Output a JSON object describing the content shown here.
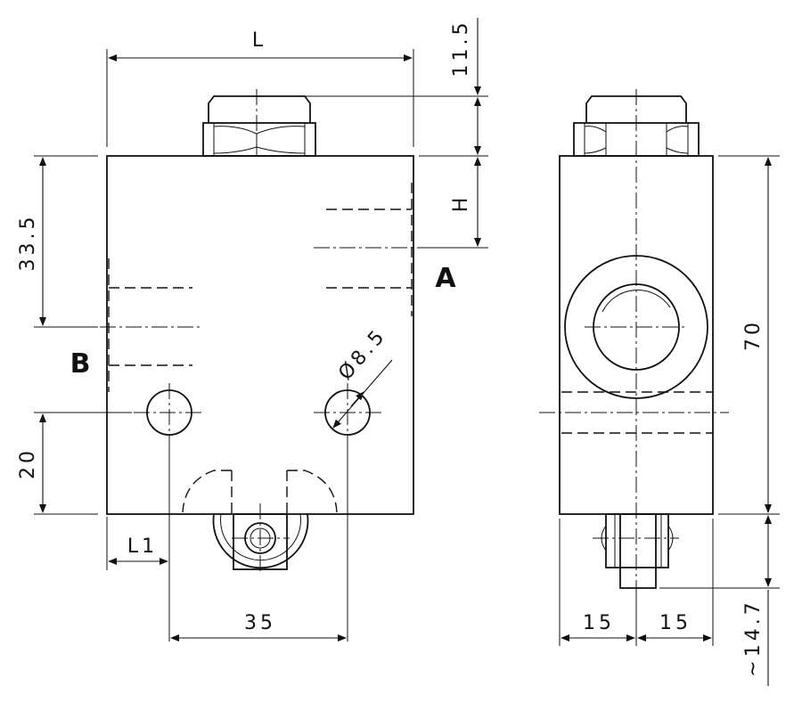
{
  "dimensions": {
    "length": "L",
    "cap_height": "11.5",
    "height_h": "H",
    "port_b_offset": "33.5",
    "hole_offset": "20",
    "hole_diameter": "Ø8.5",
    "first_hole_offset": "L1",
    "hole_spacing": "35",
    "body_height": "70",
    "half_width_left": "15",
    "half_width_right": "15",
    "stem_length": "~14.7"
  },
  "ports": {
    "a": "A",
    "b": "B"
  },
  "colors": {
    "line": "#111111",
    "background": "#ffffff"
  }
}
